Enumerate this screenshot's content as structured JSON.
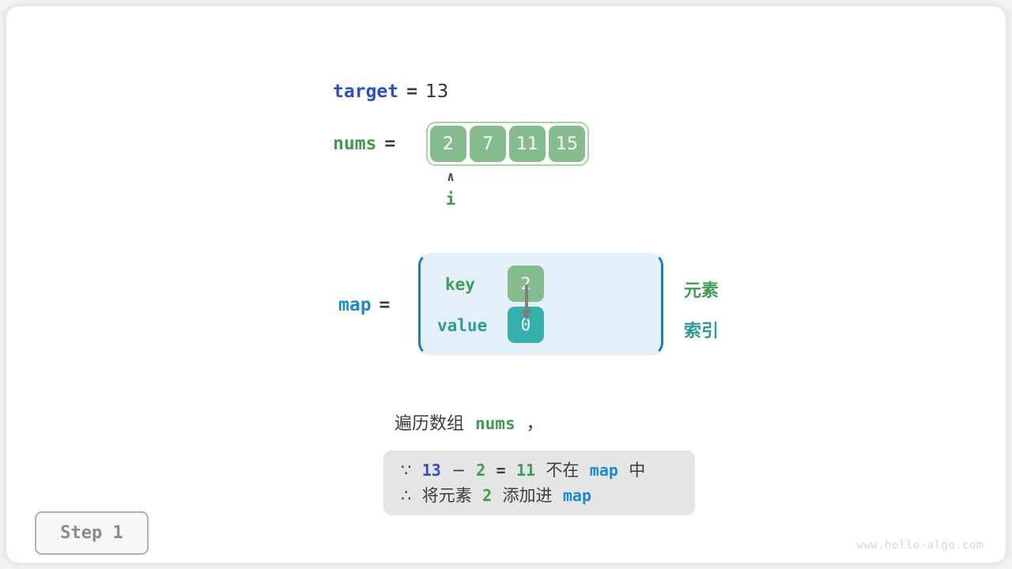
{
  "colors": {
    "accent_target": "#2a50c8",
    "accent_map": "#1b8ad4",
    "accent_nums": "#3e9b52",
    "cell_green": "#84bc8e",
    "cell_teal": "#35b0ad",
    "map_box_fill": "#e3eff9",
    "map_box_border": "#1b7fc4",
    "note_bg": "#e5e5e5"
  },
  "target": {
    "name": "target",
    "equals": "=",
    "value": "13"
  },
  "nums": {
    "name": "nums",
    "equals": "=",
    "cells": [
      "2",
      "7",
      "11",
      "15"
    ],
    "pointer": {
      "caret": "∧",
      "label": "i",
      "index": 0
    }
  },
  "map": {
    "name": "map",
    "equals": "=",
    "key_label": "key",
    "value_label": "value",
    "key_cell": "2",
    "value_cell": "0",
    "side_labels": {
      "element": "元素",
      "index": "索引"
    }
  },
  "caption": {
    "prefix": "遍历数组",
    "var": "nums",
    "suffix": "，"
  },
  "note": {
    "line1": {
      "symbol": "∵",
      "a": "13",
      "minus": "−",
      "b": "2",
      "equals": "=",
      "result": "11",
      "text_mid": "不在",
      "var": "map",
      "text_end": "中"
    },
    "line2": {
      "symbol": "∴",
      "text_start": "将元素",
      "value": "2",
      "text_mid": "添加进",
      "var": "map"
    }
  },
  "step_badge": "Step 1",
  "watermark": "www.hello-algo.com"
}
